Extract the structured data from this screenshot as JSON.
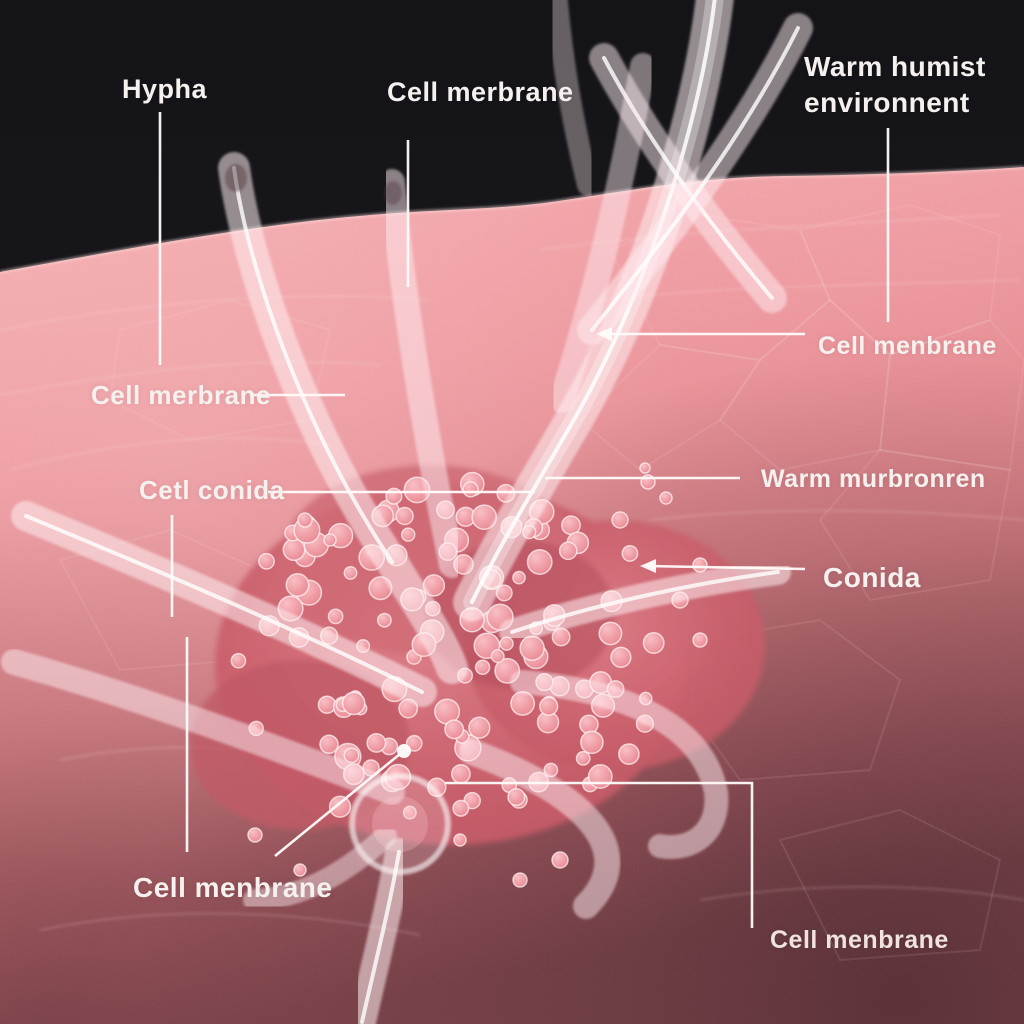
{
  "figure": {
    "description": "3D medical style illustration of fungal hyphae and conidia growing on pink skin tissue against a dark background, with white leader lines and labels",
    "labels": {
      "hypha": {
        "text": "Hypha"
      },
      "cell_membrane_top": {
        "text": "Cell merbrane"
      },
      "warm_environment": {
        "text": "Warm humist\nenvironnent"
      },
      "cell_membrane_right": {
        "text": "Cell menbrane"
      },
      "cell_membrane_left": {
        "text": "Cell merbrane"
      },
      "cetl_conida": {
        "text": "Cetl conida"
      },
      "warm_murbronren": {
        "text": "Warm murbronren"
      },
      "conida": {
        "text": "Conida"
      },
      "cell_membrane_bottom_left": {
        "text": "Cell menbrane"
      },
      "cell_membrane_bottom_right": {
        "text": "Cell menbrane"
      }
    },
    "colors": {
      "background_dark": "#161619",
      "skin_light": "#f4a9ac",
      "skin_mid": "#d4757e",
      "skin_dark": "#6e3c44",
      "fungal_mass": "#c95f6b",
      "conidia": "#ec929b",
      "hyphae": "#ffffff",
      "label_text": "#f6f1ef",
      "leader_line": "#fffcfa"
    }
  }
}
